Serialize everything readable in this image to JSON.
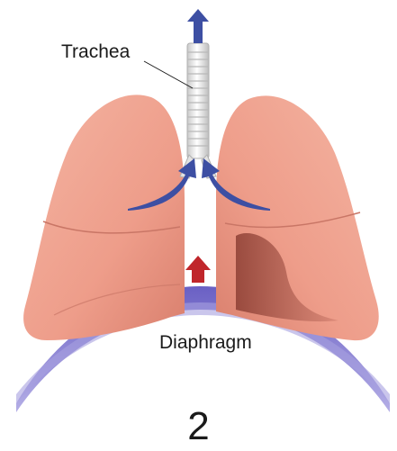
{
  "labels": {
    "trachea": "Trachea",
    "diaphragm": "Diaphragm",
    "step": "2"
  },
  "colors": {
    "lung_fill": "#ee9d8a",
    "lung_shadow": "#b85a4c",
    "diaphragm": "#8f87d6",
    "arrow_air": "#3d4fa3",
    "arrow_diaphragm": "#c0262b",
    "trachea": "#ececec"
  },
  "icons": {
    "air_out_arrow": "arrow-up-icon",
    "diaphragm_arrow": "arrow-up-icon"
  }
}
